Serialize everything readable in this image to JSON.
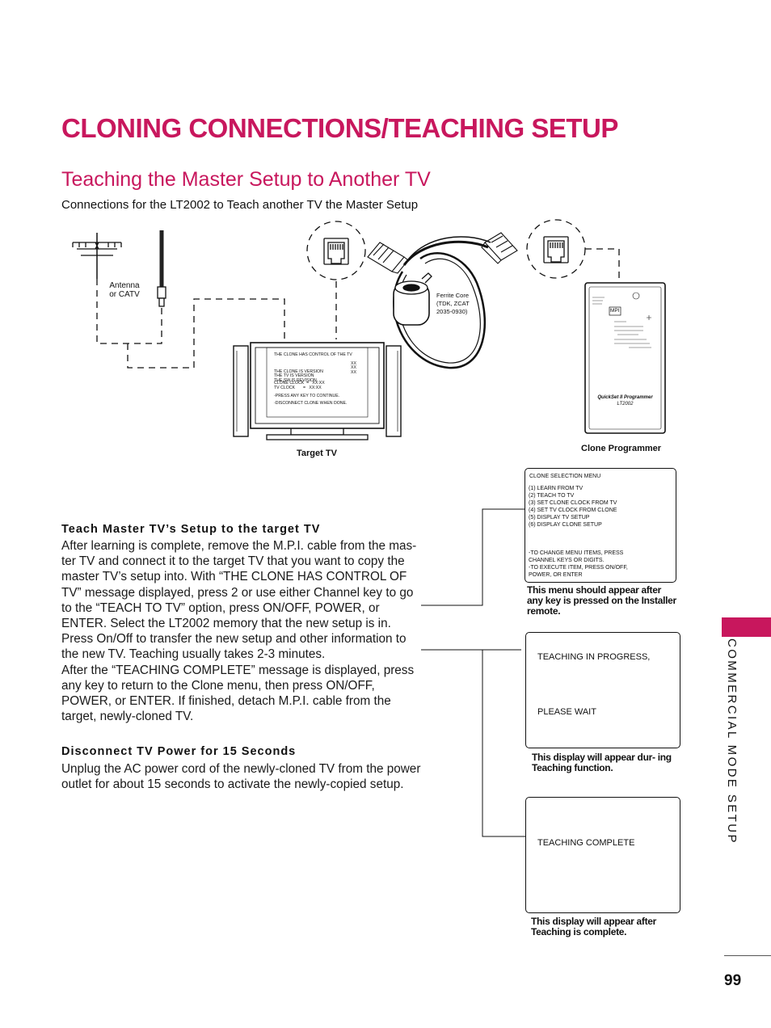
{
  "page_title": "CLONING CONNECTIONS/TEACHING SETUP",
  "section_title": "Teaching the Master Setup to Another TV",
  "connections_heading": "Connections for the LT2002 to Teach another TV the Master Setup",
  "diagram": {
    "antenna_label_line1": "Antenna",
    "antenna_label_line2": "or CATV",
    "ferrite_line1": "Ferrite Core",
    "ferrite_line2": "(TDK, ZCAT",
    "ferrite_line3": "2035-0930)",
    "target_tv_label": "Target TV",
    "clone_programmer_label": "Clone Programmer",
    "tv_screen": {
      "line1": "THE CLONE HAS CONTROL OF THE TV",
      "line2": "THE CLONE IS VERSION",
      "line2_val": "XX",
      "line3": "THE TV IS VERSION",
      "line3_val": "XX",
      "line4": "THE SW IS REVISION",
      "line4_val": "XX",
      "line5": "CLONE CLOCK  =   XX:XX",
      "line6": "TV CLOCK       =   XX:XX",
      "line7": "-PRESS ANY KEY TO CONTINUE.",
      "line8": "-DISCONNECT CLONE WHEN DONE."
    },
    "programmer": {
      "mpi": "MPI",
      "name": "QuickSet II Programmer",
      "model": "LT2002"
    }
  },
  "menus": {
    "clone_menu": {
      "title": "CLONE SELECTION MENU",
      "items": [
        "(1) LEARN FROM TV",
        "(2) TEACH TO TV",
        "(3) SET CLONE CLOCK FROM TV",
        "(4) SET TV CLOCK FROM CLONE",
        "(5) DISPLAY TV SETUP",
        "(6) DISPLAY CLONE SETUP"
      ],
      "help1": "-TO CHANGE MENU ITEMS,  PRESS",
      "help2": " CHANNEL KEYS OR DIGITS.",
      "help3": "-TO EXECUTE ITEM, PRESS ON/OFF,",
      "help4": " POWER, OR ENTER",
      "caption": "This menu should appear after any key is pressed on the Installer remote."
    },
    "teaching_progress": {
      "line1": "TEACHING IN PROGRESS,",
      "line2": "PLEASE WAIT",
      "caption": "This display will appear dur- ing Teaching function."
    },
    "teaching_complete": {
      "line1": "TEACHING COMPLETE",
      "caption": "This display will appear after Teaching is complete."
    }
  },
  "instructions": {
    "step1_heading": "Teach Master TV’s Setup to the target TV",
    "step1_body1": "After learning is complete, remove the M.P.I. cable from the mas- ter TV and connect it to the target TV that you want to copy the master TV’s setup into. With “THE CLONE HAS CONTROL OF TV” message displayed, press 2 or use either Channel key to go to the “TEACH TO TV” option, press ON/OFF, POWER, or ENTER. Select the LT2002 memory that the new setup is in. Press On/Off to transfer the new setup and other information to the new TV. Teaching usually takes 2-3 minutes.",
    "step1_body2": "After the “TEACHING  COMPLETE” message is displayed, press any key to return to the Clone menu, then press ON/OFF, POWER, or ENTER. If finished, detach M.P.I. cable from the target, newly-cloned TV.",
    "step2_heading": "Disconnect TV Power for 15 Seconds",
    "step2_body": "Unplug the AC power cord of the newly-cloned TV from the power outlet for about 15 seconds to activate the newly-copied setup."
  },
  "side_label": "COMMERCIAL MODE SETUP",
  "page_number": "99",
  "colors": {
    "accent": "#c8175d"
  }
}
